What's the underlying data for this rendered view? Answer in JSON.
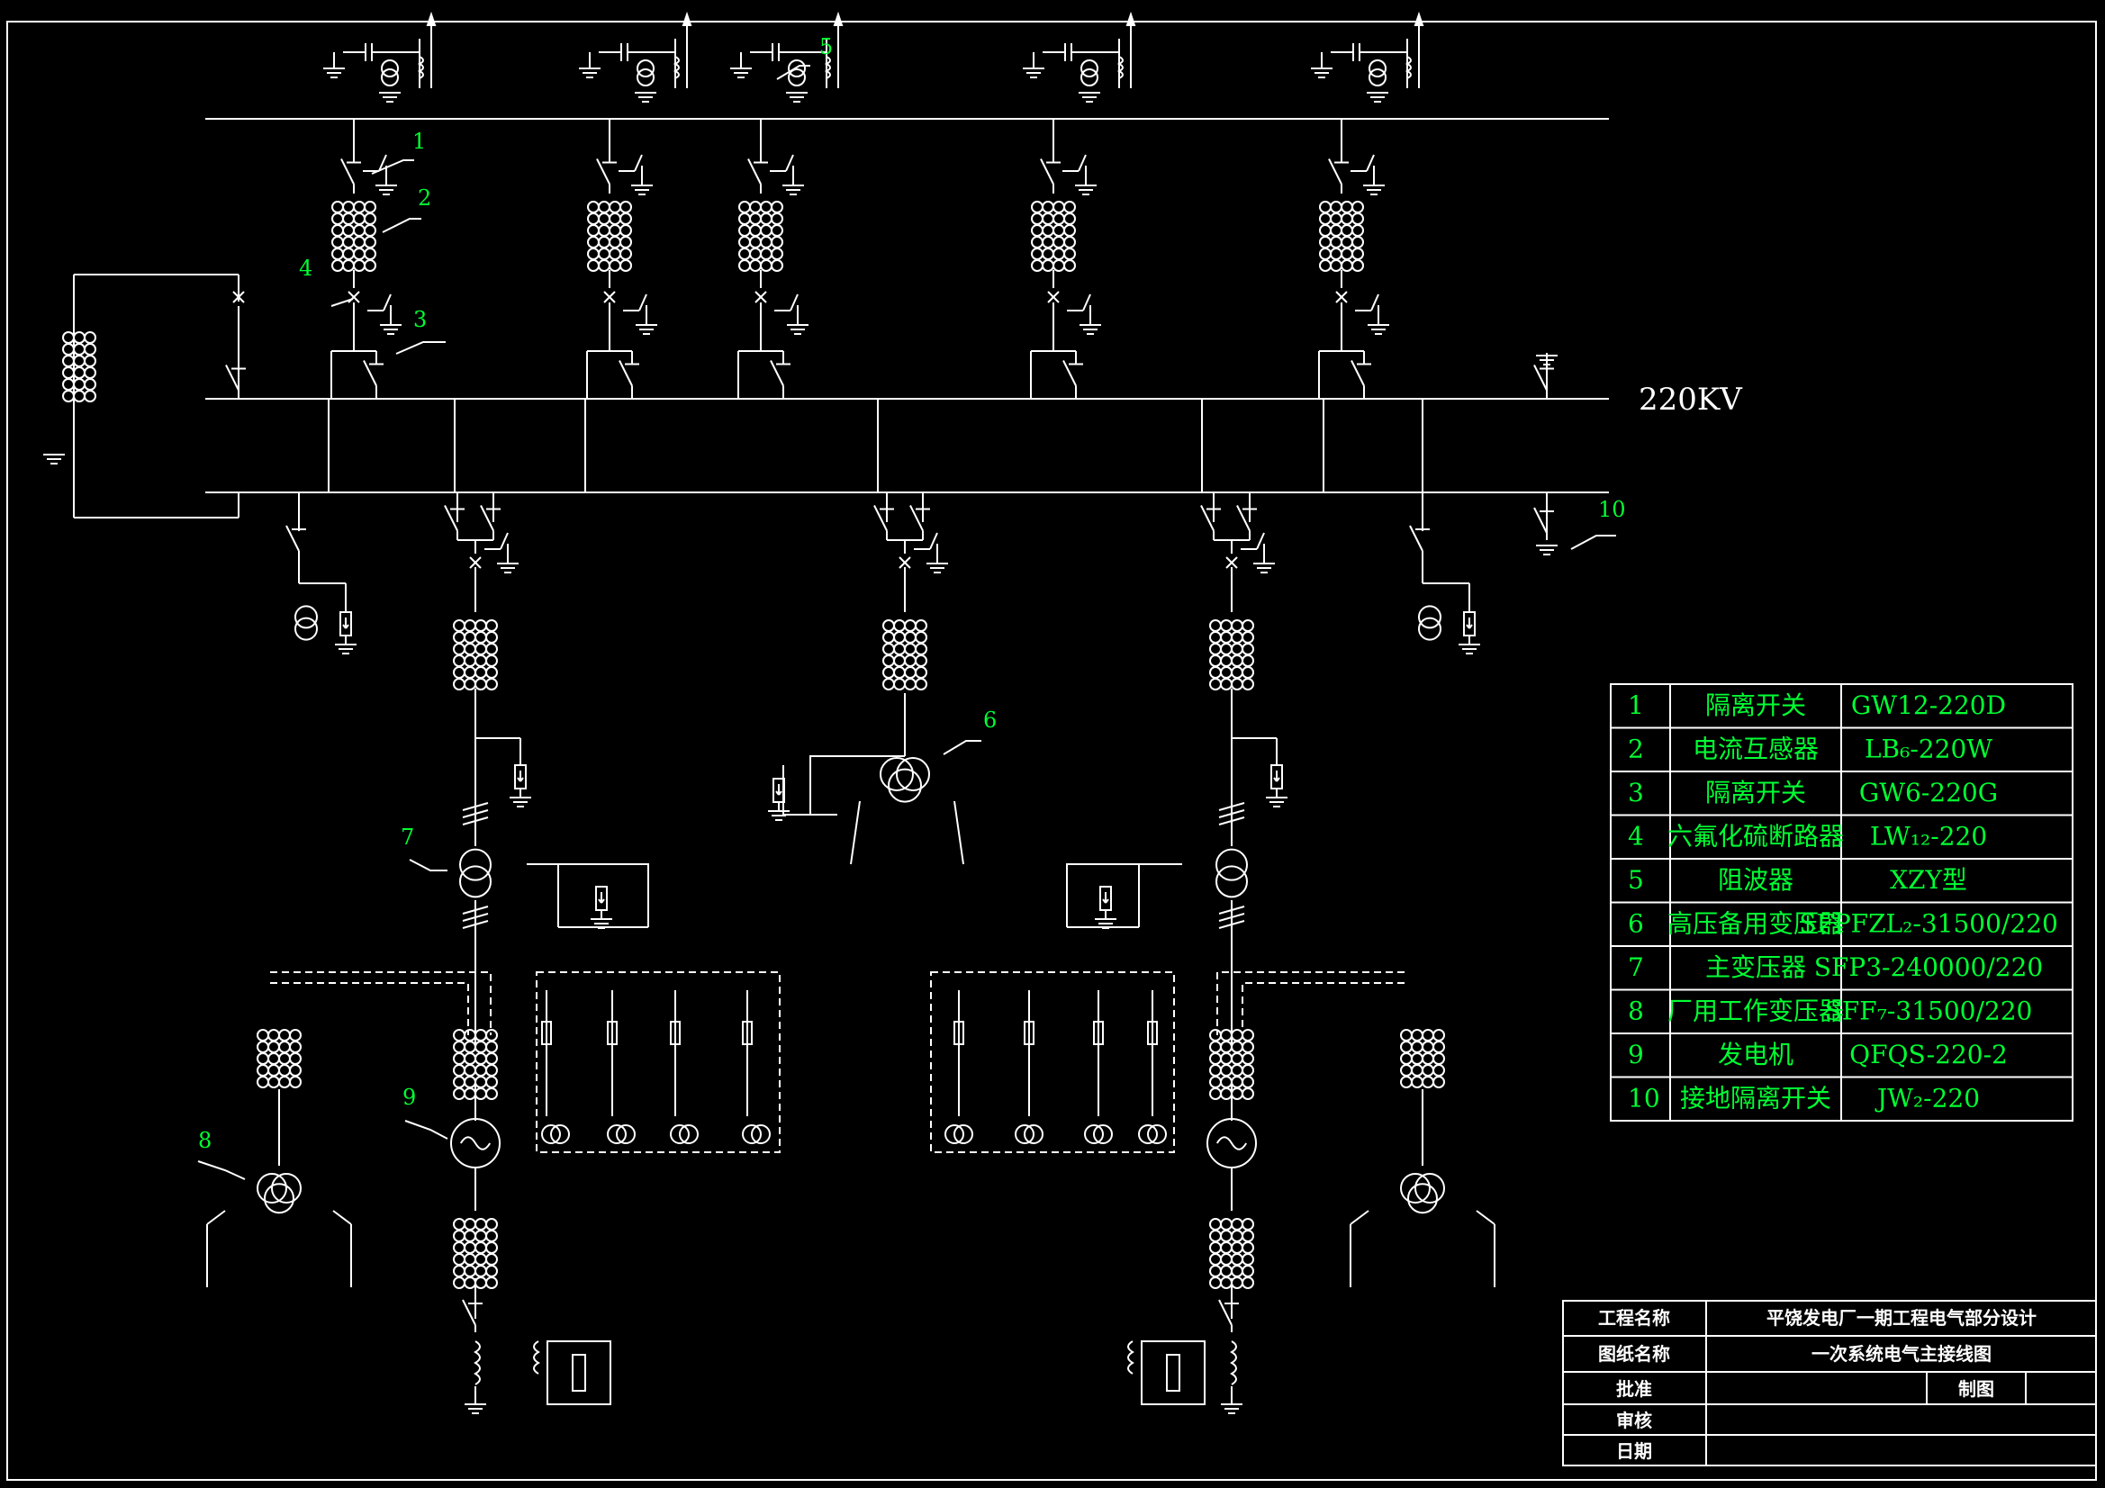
{
  "colors": {
    "background": "#000000",
    "lines": "#ffffff",
    "labels": "#00ff33"
  },
  "bus_label": "220KV",
  "callouts": [
    "1",
    "2",
    "3",
    "4",
    "5",
    "6",
    "7",
    "8",
    "9",
    "10"
  ],
  "parts_table": [
    {
      "no": "1",
      "name": "隔离开关",
      "model": "GW12-220D"
    },
    {
      "no": "2",
      "name": "电流互感器",
      "model": "LB₆-220W"
    },
    {
      "no": "3",
      "name": "隔离开关",
      "model": "GW6-220G"
    },
    {
      "no": "4",
      "name": "六氟化硫断路器",
      "model": "LW₁₂-220"
    },
    {
      "no": "5",
      "name": "阻波器",
      "model": "XZY型"
    },
    {
      "no": "6",
      "name": "高压备用变压器",
      "model": "SFPFZL₂-31500/220"
    },
    {
      "no": "7",
      "name": "主变压器",
      "model": "SFP3-240000/220"
    },
    {
      "no": "8",
      "name": "厂用工作变压器",
      "model": "SFF₇-31500/220"
    },
    {
      "no": "9",
      "name": "发电机",
      "model": "QFQS-220-2"
    },
    {
      "no": "10",
      "name": "接地隔离开关",
      "model": "JW₂-220"
    }
  ],
  "title_block": {
    "project_label": "工程名称",
    "project_value": "平饶发电厂一期工程电气部分设计",
    "drawing_label": "图纸名称",
    "drawing_value": "一次系统电气主接线图",
    "approve_label": "批准",
    "draw_label": "制图",
    "review_label": "审核",
    "date_label": "日期"
  }
}
